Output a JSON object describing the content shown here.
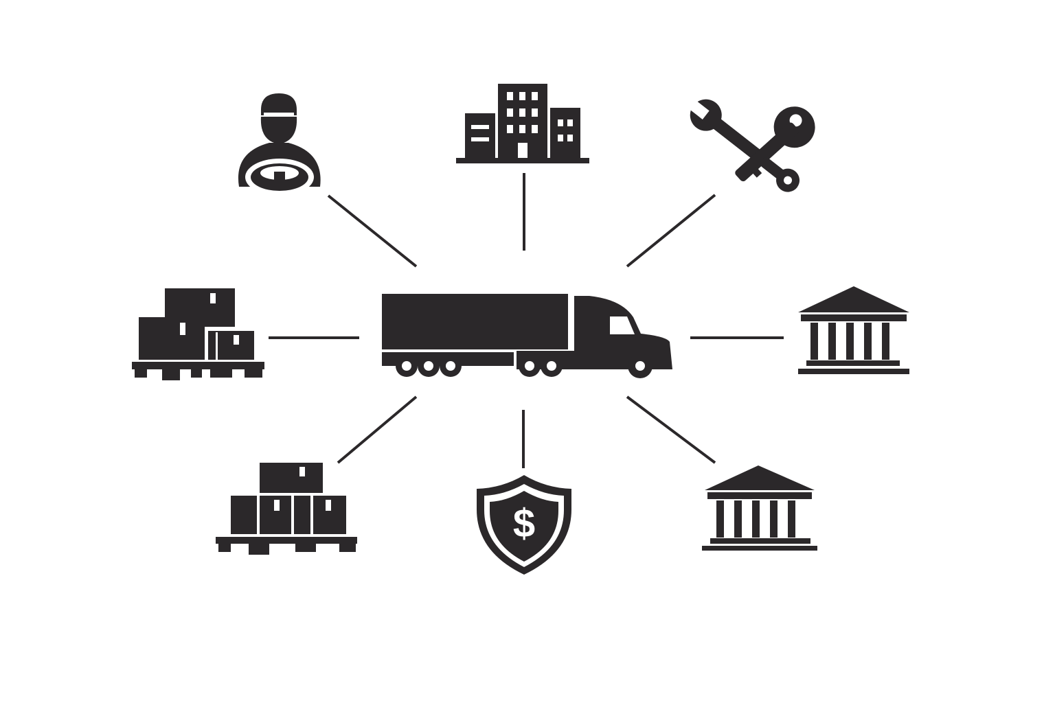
{
  "diagram": {
    "type": "hub-and-spoke",
    "ink_color": "#2b282a",
    "background": "#ffffff",
    "hub": {
      "icon": "semi-truck-icon"
    },
    "nodes": [
      {
        "position": "top-left",
        "icon": "driver-icon"
      },
      {
        "position": "top",
        "icon": "office-building-icon"
      },
      {
        "position": "top-right",
        "icon": "wrench-and-key-icon"
      },
      {
        "position": "left",
        "icon": "cargo-pallet-icon"
      },
      {
        "position": "right",
        "icon": "bank-icon"
      },
      {
        "position": "bottom-left",
        "icon": "cargo-pallet-icon"
      },
      {
        "position": "bottom",
        "icon": "insurance-shield-dollar-icon"
      },
      {
        "position": "bottom-right",
        "icon": "bank-icon"
      }
    ],
    "dollar_symbol": "$"
  }
}
